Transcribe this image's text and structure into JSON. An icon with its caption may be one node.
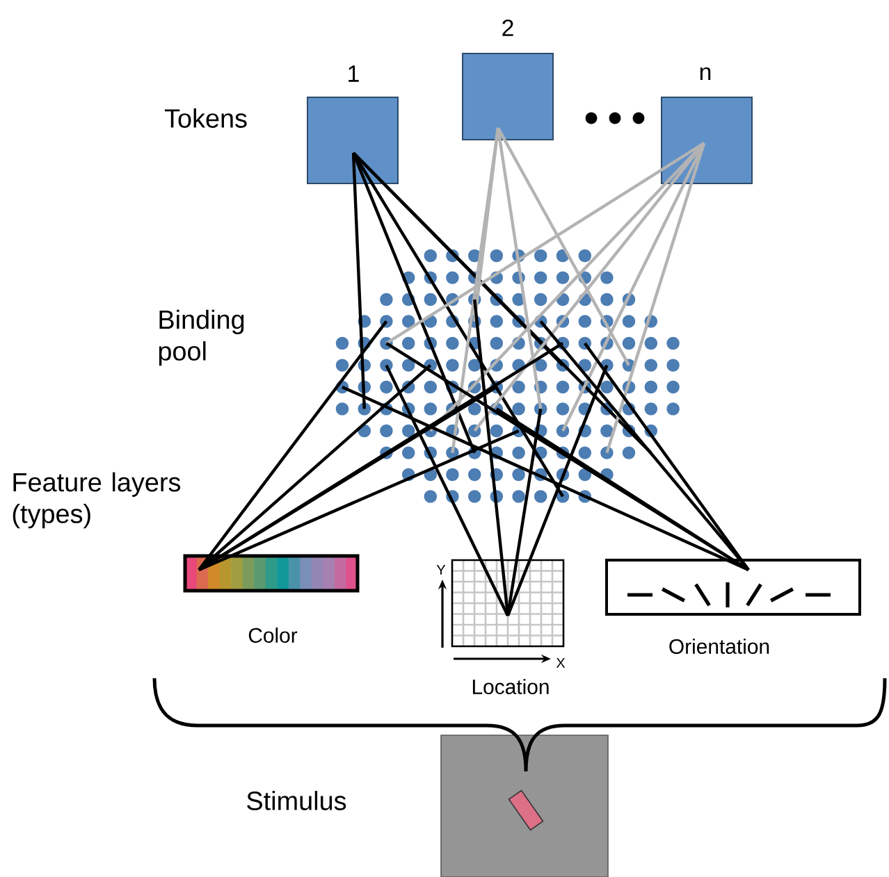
{
  "diagram": {
    "nodes": [
      {
        "text": [
          "1"
        ]
      },
      {
        "text": [
          "2"
        ]
      },
      {
        "text": [
          "n"
        ]
      },
      {
        "text": [
          "Binding pool"
        ]
      },
      {
        "text": [
          "Color"
        ]
      },
      {
        "text": [
          "Y",
          "X",
          "Location"
        ]
      },
      {
        "text": [
          "Orientation"
        ]
      },
      {
        "text": [],
        "shape": "box",
        "beside": [
          "Stimulus"
        ]
      }
    ],
    "edges": [
      {
        "from": 0,
        "to": 3,
        "arrow": "none"
      },
      {
        "from": 0,
        "to": 3,
        "arrow": "none"
      },
      {
        "from": 0,
        "to": 3,
        "arrow": "none"
      },
      {
        "from": 0,
        "to": 3,
        "arrow": "none"
      },
      {
        "from": 0,
        "to": 3,
        "arrow": "none"
      },
      {
        "from": 1,
        "to": 3,
        "arrow": "none",
        "color": "#b3b3b3"
      },
      {
        "from": 1,
        "to": 3,
        "arrow": "none",
        "color": "#b3b3b3"
      },
      {
        "from": 1,
        "to": 3,
        "arrow": "none",
        "color": "#b3b3b3"
      },
      {
        "from": 1,
        "to": 3,
        "arrow": "none",
        "color": "#b3b3b3"
      },
      {
        "from": 2,
        "to": 3,
        "arrow": "none",
        "color": "#b3b3b3"
      },
      {
        "from": 2,
        "to": 3,
        "arrow": "none",
        "color": "#b3b3b3"
      },
      {
        "from": 2,
        "to": 3,
        "arrow": "none",
        "color": "#b3b3b3"
      },
      {
        "from": 2,
        "to": 3,
        "arrow": "none",
        "color": "#b3b3b3"
      },
      {
        "from": 2,
        "to": 3,
        "arrow": "none",
        "color": "#b3b3b3"
      },
      {
        "from": 3,
        "to": 4,
        "arrow": "none"
      },
      {
        "from": 3,
        "to": 4,
        "arrow": "none"
      },
      {
        "from": 3,
        "to": 4,
        "arrow": "none"
      },
      {
        "from": 3,
        "to": 4,
        "arrow": "none"
      },
      {
        "from": 3,
        "to": 4,
        "arrow": "none"
      },
      {
        "from": 3,
        "to": 5,
        "arrow": "none"
      },
      {
        "from": 3,
        "to": 5,
        "arrow": "none"
      },
      {
        "from": 3,
        "to": 5,
        "arrow": "none"
      },
      {
        "from": 3,
        "to": 5,
        "arrow": "none"
      },
      {
        "from": 3,
        "to": 6,
        "arrow": "none"
      },
      {
        "from": 3,
        "to": 6,
        "arrow": "none"
      },
      {
        "from": 3,
        "to": 6,
        "arrow": "none"
      },
      {
        "from": 3,
        "to": 6,
        "arrow": "none"
      },
      {
        "from": 3,
        "to": 6,
        "arrow": "none"
      }
    ],
    "labels": [
      "Tokens",
      "Feature layers (types)"
    ]
  }
}
